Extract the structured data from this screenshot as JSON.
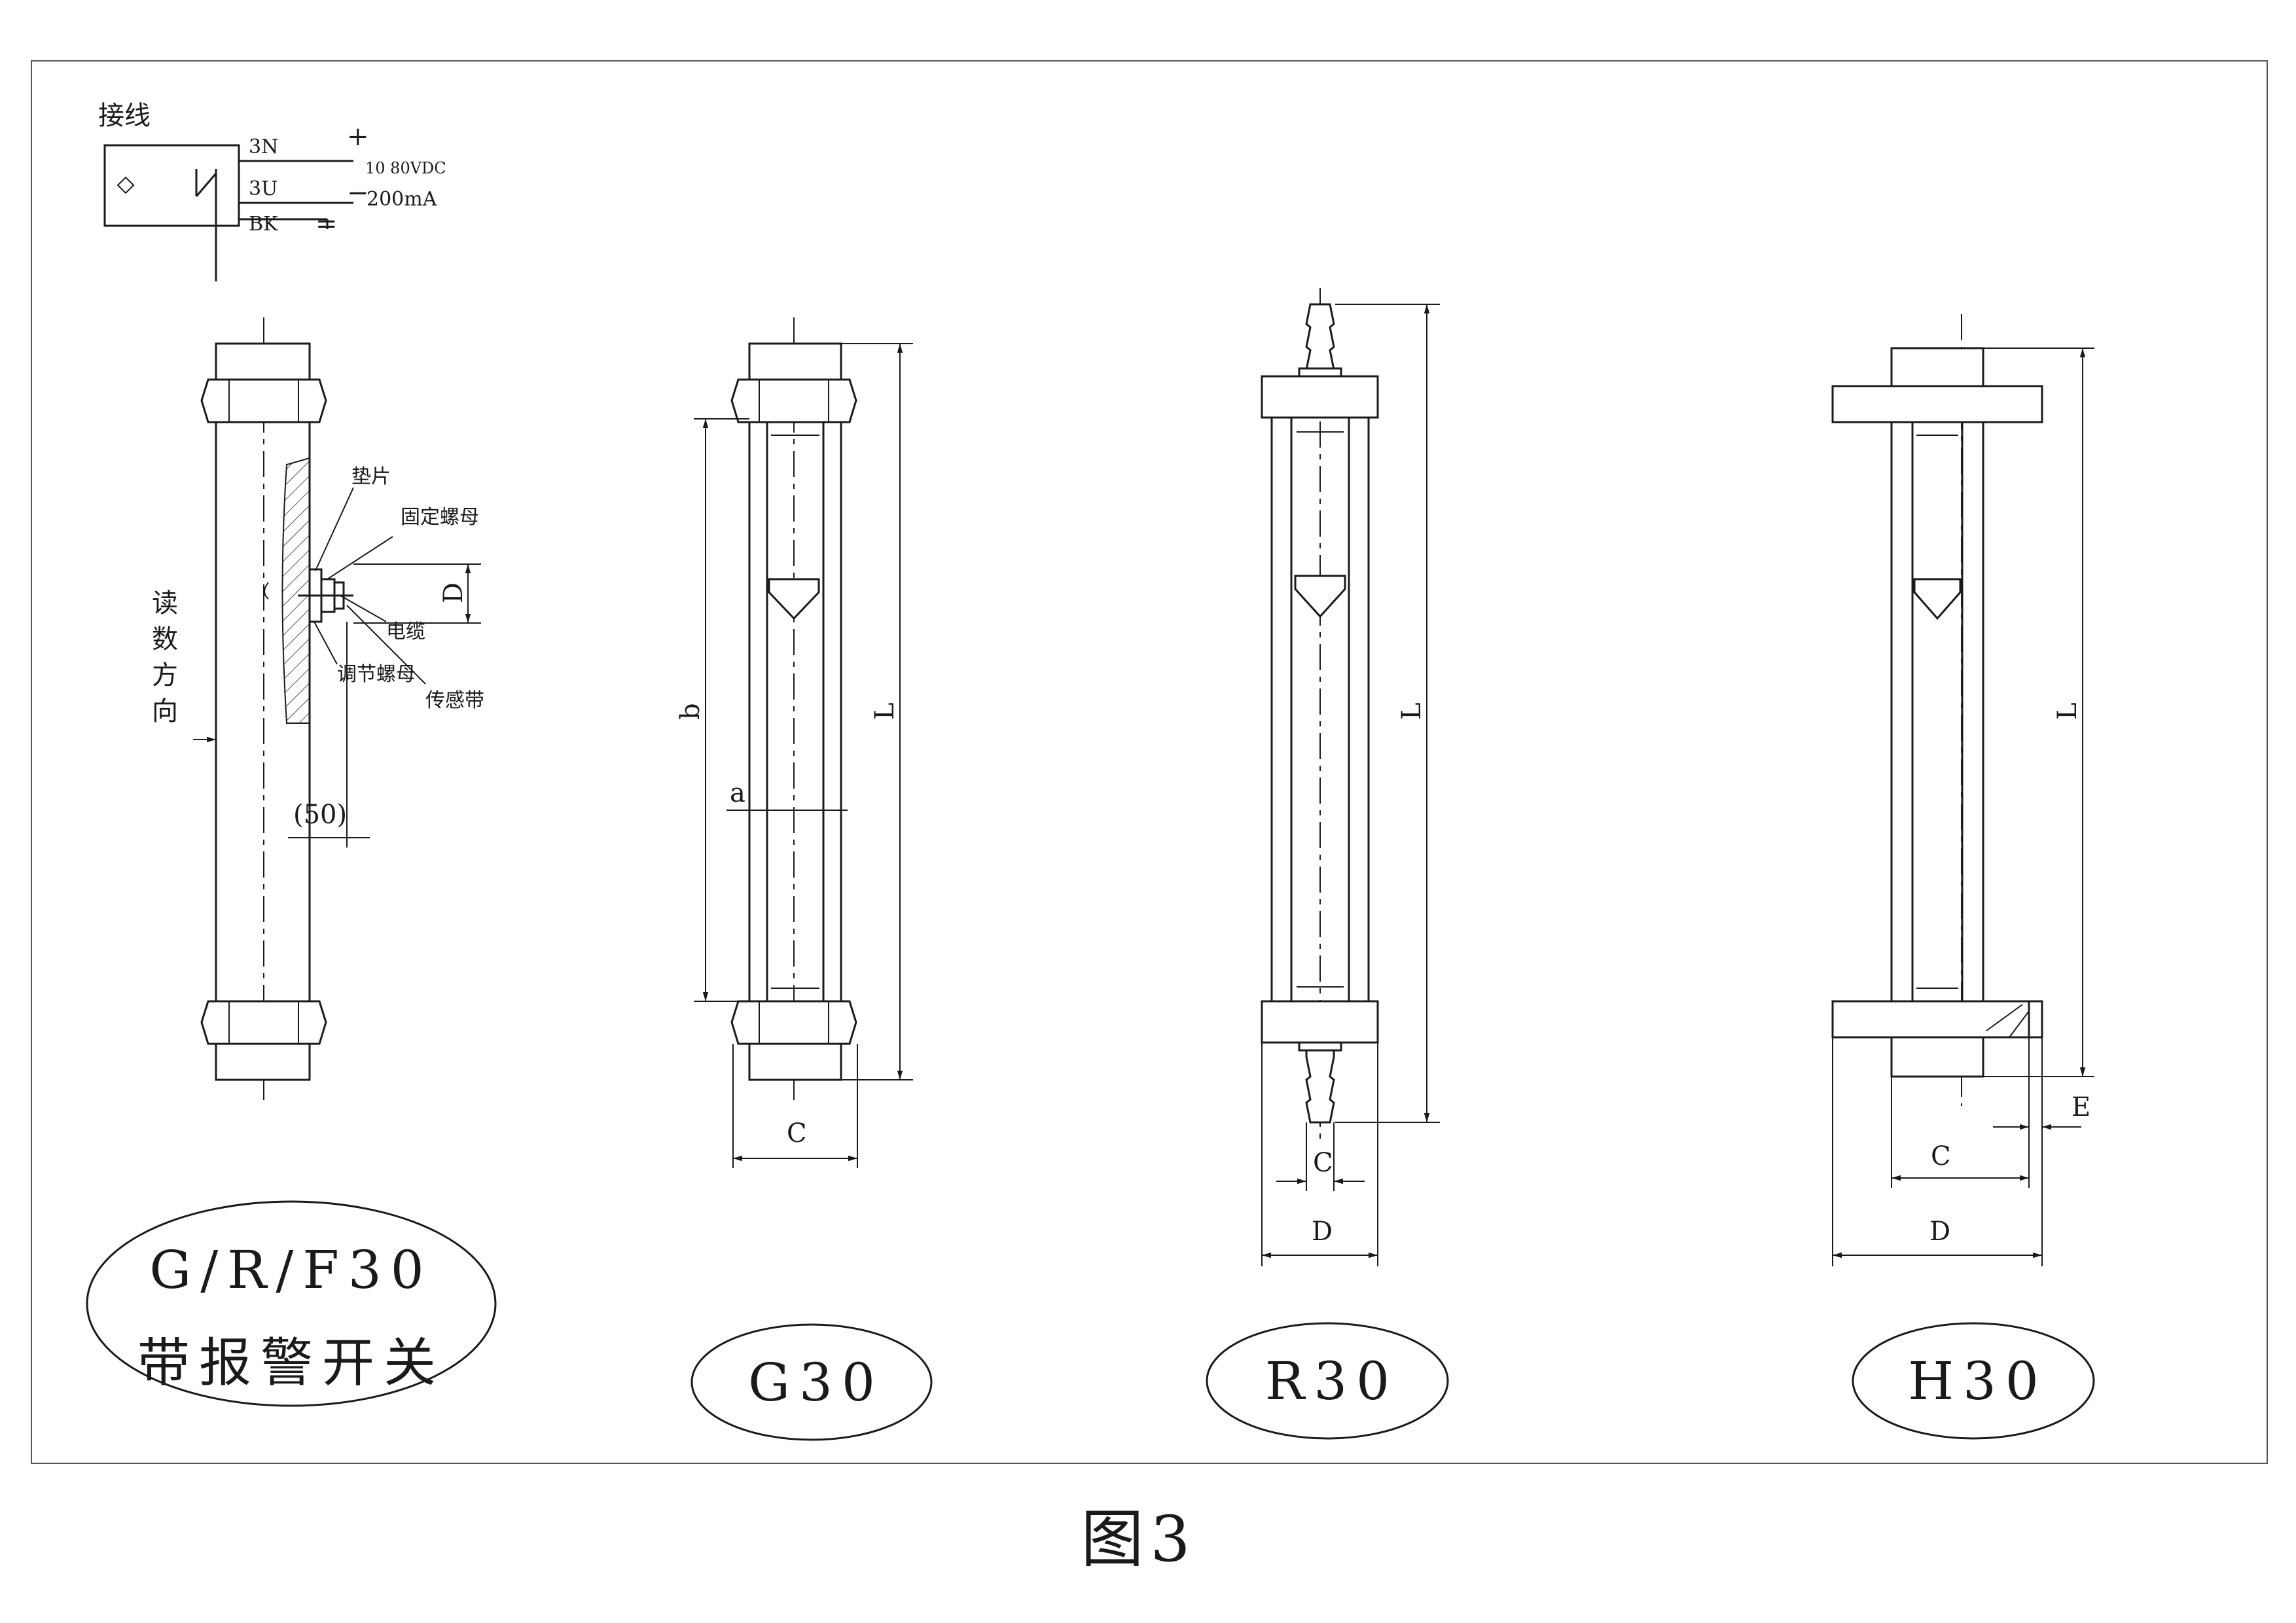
{
  "wiring": {
    "title": "接线",
    "terminal_3n": "3N",
    "terminal_3u": "3U",
    "terminal_bk": "BK",
    "plus": "+",
    "minus": "−",
    "ground": "=",
    "voltage": "10    80VDC",
    "current": "200mA"
  },
  "alarm_view": {
    "part_gasket": "垫片",
    "part_fix_nut": "固定螺母",
    "part_cable": "电缆",
    "part_adjust_nut": "调节螺母",
    "part_sensor": "传感带",
    "dim_d": "D",
    "dim_50": "(50)",
    "reading_direction": [
      "读",
      "数",
      "方",
      "向"
    ]
  },
  "dimensions": {
    "L": "L",
    "b": "b",
    "a": "a",
    "C": "C",
    "D": "D",
    "E": "E"
  },
  "labels": {
    "alarm_line1": "G/R/F30",
    "alarm_line2": "带报警开关",
    "g30": "G30",
    "r30": "R30",
    "h30": "H30"
  },
  "figure_caption": "图3"
}
